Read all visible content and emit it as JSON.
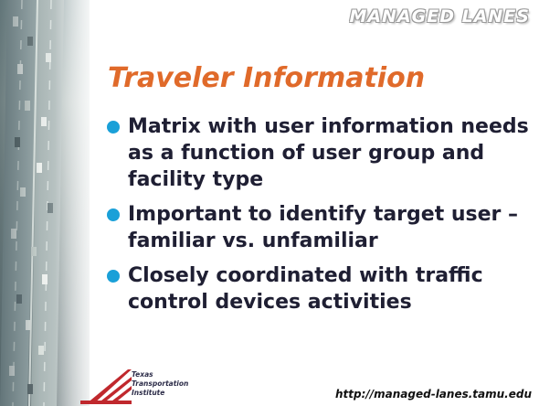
{
  "header": {
    "brand": "MANAGED LANES"
  },
  "slide": {
    "title": "Traveler Information",
    "bullets": [
      "Matrix with user information needs as a function of user group and facility type",
      "Important to identify target user – familiar vs. unfamiliar",
      "Closely coordinated with traffic control devices activities"
    ]
  },
  "footer": {
    "logo_lines": [
      "Texas",
      "Transportation",
      "Institute"
    ],
    "url": "http://managed-lanes.tamu.edu"
  },
  "colors": {
    "title": "#e06a2a",
    "bullet": "#1aa0d8",
    "text": "#1f1f33",
    "logo": "#c0282d"
  }
}
